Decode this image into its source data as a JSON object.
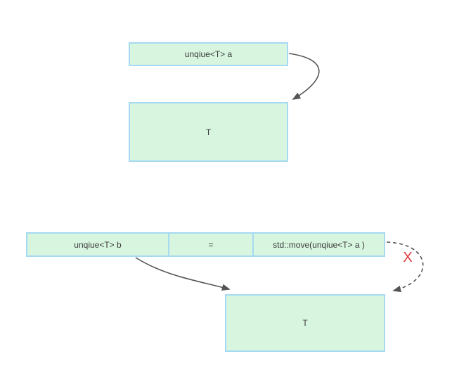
{
  "diagram": {
    "top": {
      "ptr_label": "unqiue<T> a",
      "object_label": "T"
    },
    "bottom": {
      "ptr_label": "unqiue<T> b",
      "equals_label": "=",
      "move_label": "std::move(unqiue<T> a )",
      "object_label": "T",
      "invalid_mark": "X"
    },
    "colors": {
      "box_fill": "#d8f5e0",
      "box_border": "#a6d9f2",
      "arrow": "#555555",
      "x_color": "#e03a3a"
    }
  }
}
